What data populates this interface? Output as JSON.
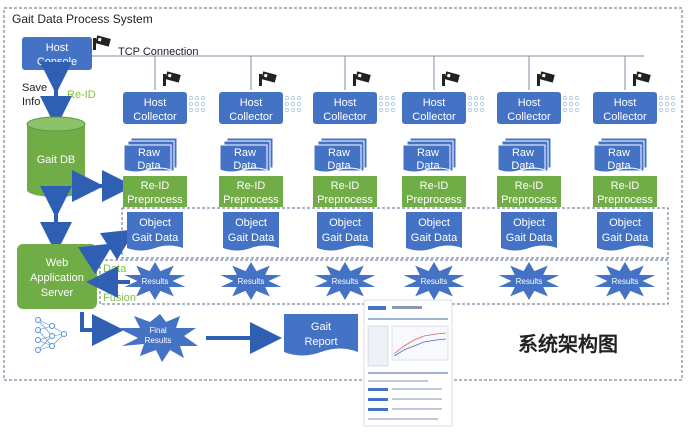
{
  "title": "Gait Data Process System",
  "host_console": "Host Console",
  "tcp_connection": "TCP Connection",
  "save_info": "Save Info",
  "re_id_label": "Re-ID",
  "gait_db": "Gait DB",
  "web_server": "Web Application Server",
  "data_label": "Data",
  "fusion_label": "Fusion",
  "final_results": "Final Results",
  "gait_report": "Gait Report",
  "chinese_title": "系统架构图",
  "collector_label": "Host Collector",
  "raw_data_label": "Raw Data",
  "preprocess_label": "Re-ID Preprocess",
  "object_gait_label": "Object Gait Data",
  "results_label": "Results",
  "columns": 6,
  "colors": {
    "blue": "#4472c4",
    "green": "#70ad47",
    "dash": "#5a6b8c",
    "arrow": "#2f5fb3"
  }
}
